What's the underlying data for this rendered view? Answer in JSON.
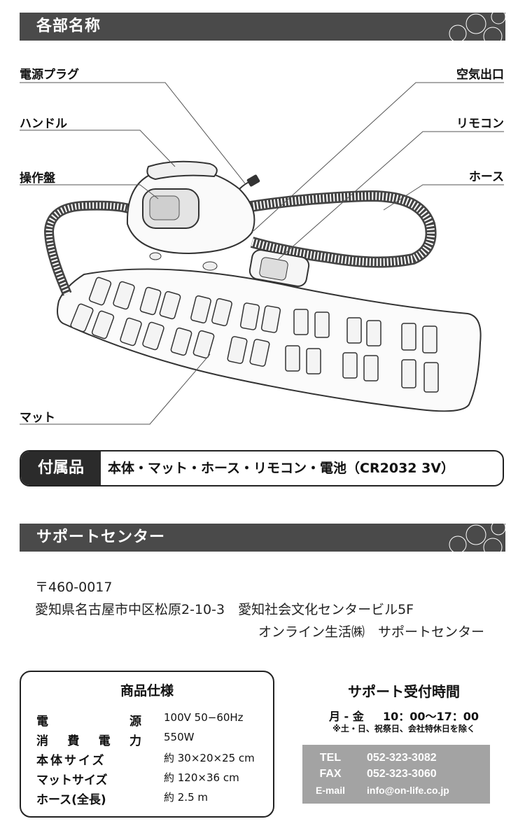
{
  "sections": {
    "parts_title": "各部名称",
    "support_title": "サポートセンター"
  },
  "parts": {
    "power_plug": "電源プラグ",
    "handle": "ハンドル",
    "control_panel": "操作盤",
    "air_outlet": "空気出口",
    "remote": "リモコン",
    "hose": "ホース",
    "mat": "マット"
  },
  "accessories": {
    "tag": "付属品",
    "items": "本体・マット・ホース・リモコン・電池（CR2032 3V）"
  },
  "address": {
    "postal": "〒460-0017",
    "line1": "愛知県名古屋市中区松原2-10-3　愛知社会文化センタービル5F",
    "line2": "オンライン生活㈱　サポートセンター"
  },
  "specs": {
    "title": "商品仕様",
    "rows": [
      {
        "label_chars": [
          "電",
          "源"
        ],
        "value": "100V 50−60Hz"
      },
      {
        "label_chars": [
          "消",
          "費",
          "電",
          "力"
        ],
        "value": "550W"
      },
      {
        "label": "本体サイズ",
        "value": "約 30×20×25 cm"
      },
      {
        "label": "マットサイズ",
        "value": "約 120×36 cm"
      },
      {
        "label": "ホース(全長)",
        "value": "約 2.5 m"
      }
    ]
  },
  "hours": {
    "title": "サポート受付時間",
    "days": "月 - 金",
    "time": "10：00〜17：00",
    "note": "※土・日、祝祭日、会社特休日を除く"
  },
  "contact": {
    "tel_label": "TEL",
    "tel": "052-323-3082",
    "fax_label": "FAX",
    "fax": "052-323-3060",
    "email_label": "E-mail",
    "email": "info@on-life.co.jp"
  }
}
